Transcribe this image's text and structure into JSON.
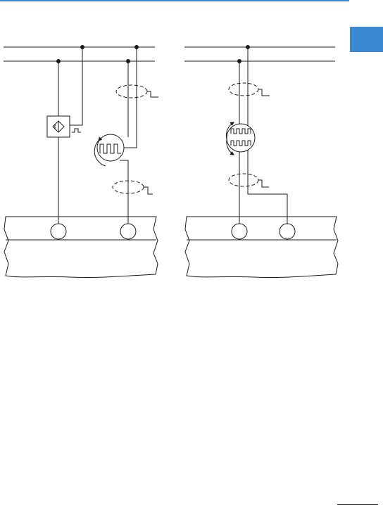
{
  "page": {
    "accent_color": "#3a87d2",
    "line_color": "#1a1a1a"
  },
  "left_panel": {
    "sensor_symbol": "proximity-switch-icon",
    "encoder_symbol": "rotary-encoder-icon",
    "shield_symbols": [
      "cable-shield-icon",
      "cable-shield-icon"
    ],
    "terminals": [
      "terminal-circle",
      "terminal-circle"
    ]
  },
  "right_panel": {
    "encoder_symbol": "bidirectional-rotary-encoder-icon",
    "shield_symbols": [
      "cable-shield-icon",
      "cable-shield-icon"
    ],
    "terminals": [
      "terminal-circle",
      "terminal-circle"
    ]
  }
}
